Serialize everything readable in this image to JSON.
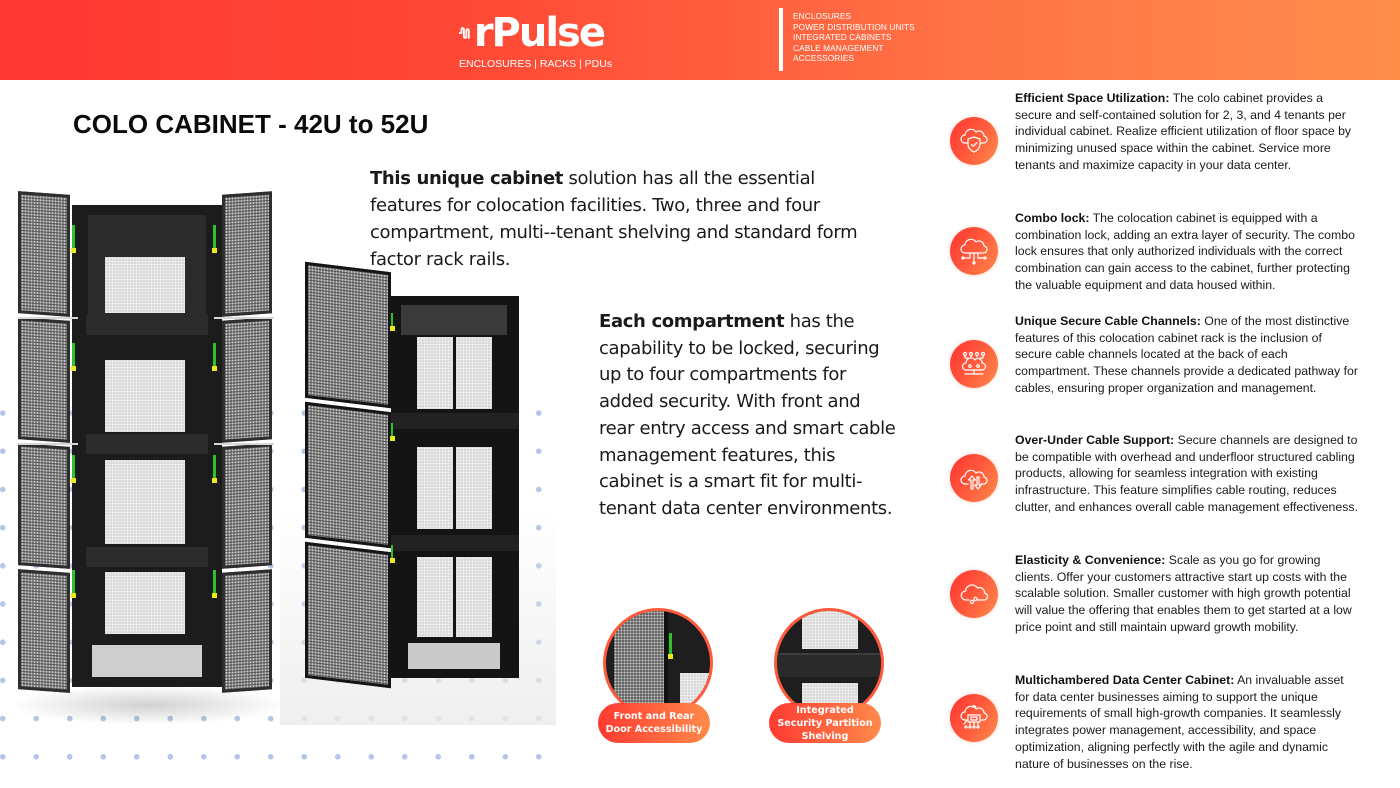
{
  "header": {
    "logo_text": "rPulse",
    "tagline": "ENCLOSURES | RACKS | PDUs",
    "nav": [
      "ENCLOSURES",
      "POWER DISTRIBUTION UNITS",
      "INTEGRATED CABINETS",
      "CABLE MANAGEMENT",
      "ACCESSORIES"
    ],
    "gradient": [
      "#ff3632",
      "#ff8e4b"
    ]
  },
  "page": {
    "title": "COLO CABINET - 42U to 52U"
  },
  "intro": {
    "bold": "This unique cabinet",
    "text": " solution has all the essential features for colocation facilities. Two, three and four compartment, multi--tenant shelving and standard form factor rack rails."
  },
  "detail": {
    "bold": "Each compartment",
    "text": " has the capability to be locked, securing up to four compartments for added security. With front and rear entry access and smart cable management features, this cabinet is a smart fit for multi-tenant data center environments."
  },
  "badges": [
    {
      "label": "Front and Rear Door Accessibility",
      "image": "cabinet-door-closeup"
    },
    {
      "label": "Integrated Security Partition Shelving",
      "image": "partition-shelf-closeup"
    }
  ],
  "features": [
    {
      "icon": "cloud-shield-icon",
      "title": "Efficient Space Utilization:",
      "text": " The colo cabinet provides a secure and self-contained solution for 2, 3, and 4 tenants per individual cabinet. Realize efficient utilization of floor space by minimizing unused space within the cabinet. Service more tenants and maximize capacity in your data center."
    },
    {
      "icon": "cloud-network-icon",
      "title": "Combo lock:",
      "text": " The colocation cabinet is equipped with a combination lock, adding an extra layer of security. The combo lock ensures that only authorized individuals with the correct combination can gain access to the cabinet, further protecting the valuable equipment and data housed within."
    },
    {
      "icon": "cloud-nodes-icon",
      "title": "Unique Secure Cable Channels:",
      "text": " One of the most distinctive features of this colocation cabinet rack is the inclusion of secure cable channels located at the back of each compartment. These channels provide a dedicated pathway for cables, ensuring proper organization and management."
    },
    {
      "icon": "cloud-upload-download-icon",
      "title": "Over-Under Cable Support:",
      "text": " Secure channels are designed to be compatible with overhead and underfloor structured cabling products, allowing for seamless integration with existing infrastructure. This feature simplifies cable routing, reduces clutter, and enhances overall cable management effectiveness."
    },
    {
      "icon": "cloud-gears-icon",
      "title": "Elasticity & Convenience:",
      "text": " Scale as you go for growing clients.  Offer your customers attractive start up costs with the scalable solution.  Smaller customer with high growth potential will value the offering that enables them to get started at a low price point and still maintain upward growth mobility."
    },
    {
      "icon": "cloud-chip-icon",
      "title": "Multichambered Data Center Cabinet:",
      "text": " An invaluable asset for data center businesses aiming to support the unique requirements of small high-growth companies. It seamlessly integrates power management, accessibility, and space optimization, aligning perfectly with the agile and dynamic nature of businesses on the rise."
    }
  ],
  "colors": {
    "accent_start": "#ff3632",
    "accent_end": "#ff8c4a",
    "dot": "#b4c7e6",
    "text": "#1a1a1a"
  }
}
